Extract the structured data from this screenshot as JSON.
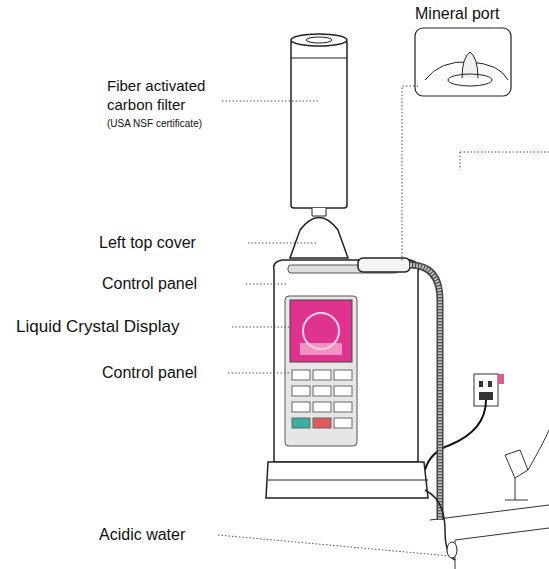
{
  "diagram": {
    "labels": [
      "Mineral port",
      "Fiber activated carbon filter",
      "(USA NSF certificate)",
      "Left top cover",
      "Control panel",
      "Liquid Crystal Display",
      "Control panel",
      "Acidic water"
    ]
  }
}
